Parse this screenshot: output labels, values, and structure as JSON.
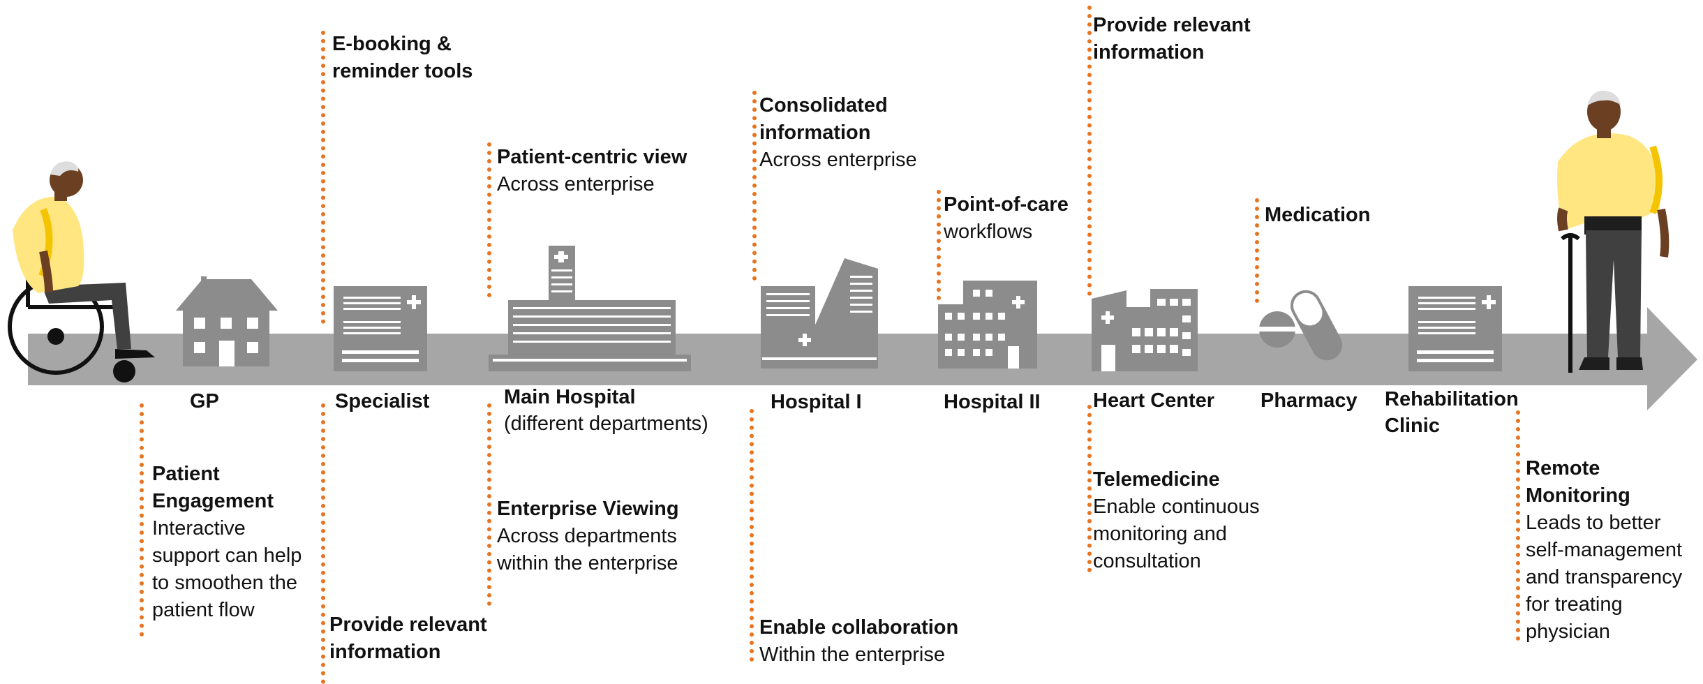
{
  "colors": {
    "accent": "#E8731E",
    "arrow": "#A6A6A6",
    "building": "#8C8C8C",
    "patient_shirt": "#FFE680",
    "skin": "#6B3F22"
  },
  "stations": {
    "gp": {
      "title": "GP"
    },
    "specialist": {
      "title": "Specialist"
    },
    "main_hospital": {
      "title": "Main Hospital",
      "sub": "(different departments)"
    },
    "hospital_1": {
      "title": "Hospital I"
    },
    "hospital_2": {
      "title": "Hospital II"
    },
    "heart_center": {
      "title": "Heart Center"
    },
    "pharmacy": {
      "title": "Pharmacy"
    },
    "rehab_clinic": {
      "title_1": "Rehabilitation",
      "title_2": "Clinic"
    }
  },
  "callouts_top": {
    "ebooking": {
      "title_1": "E-booking &",
      "title_2": "reminder tools"
    },
    "patient_view": {
      "title": "Patient-centric view",
      "text": "Across enterprise"
    },
    "consolidated": {
      "title_1": "Consolidated",
      "title_2": "information",
      "text": "Across enterprise"
    },
    "point_of_care": {
      "title": "Point-of-care",
      "text": "workflows"
    },
    "relevant_top": {
      "title_1": "Provide relevant",
      "title_2": "information"
    },
    "medication": {
      "title": "Medication"
    }
  },
  "callouts_bottom": {
    "engagement": {
      "title_1": "Patient",
      "title_2": "Engagement",
      "lines": [
        "Interactive",
        "support can help",
        "to smoothen the",
        "patient flow"
      ]
    },
    "relevant_bottom": {
      "title_1": "Provide relevant",
      "title_2": "information"
    },
    "enterprise_viewing": {
      "title": "Enterprise Viewing",
      "lines": [
        "Across departments",
        "within the enterprise"
      ]
    },
    "collaboration": {
      "title": "Enable collaboration",
      "text": "Within the enterprise"
    },
    "telemedicine": {
      "title": "Telemedicine",
      "lines": [
        "Enable continuous",
        "monitoring and",
        "consultation"
      ]
    },
    "remote": {
      "title_1": "Remote",
      "title_2": "Monitoring",
      "lines": [
        "Leads to better",
        "self-management",
        "and transparency",
        "for treating",
        "physician"
      ]
    }
  }
}
